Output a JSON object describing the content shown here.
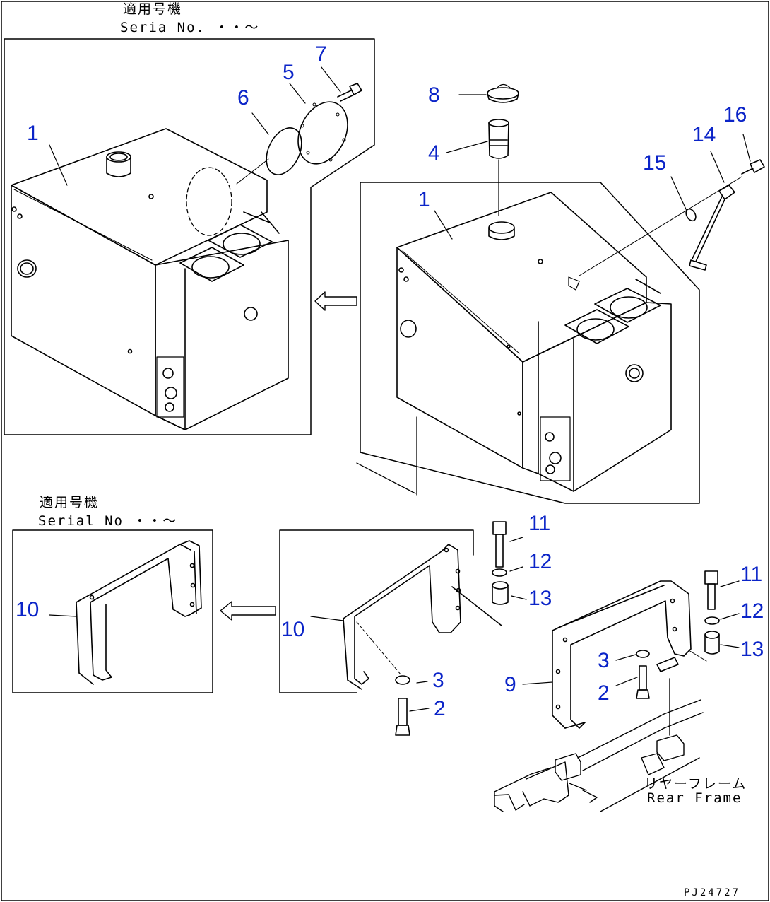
{
  "serial_top": {
    "jp": "適用号機",
    "en": "Seria  No.  ・・〜"
  },
  "serial_mid": {
    "jp": "適用号機",
    "en": "Serial No  ・・〜"
  },
  "rear_frame": {
    "jp": "リヤーフレーム",
    "en": "Rear Frame"
  },
  "drawing_code": "PJ24727",
  "callouts": {
    "c1a": "1",
    "c5": "5",
    "c6": "6",
    "c7": "7",
    "c8": "8",
    "c4": "4",
    "c1b": "1",
    "c15": "15",
    "c14": "14",
    "c16": "16",
    "c10a": "10",
    "c10b": "10",
    "c11a": "11",
    "c12a": "12",
    "c13a": "13",
    "c3a": "3",
    "c2a": "2",
    "c11b": "11",
    "c12b": "12",
    "c13b": "13",
    "c3b": "3",
    "c2b": "2",
    "c9": "9"
  },
  "colors": {
    "callout": "#0b24c8",
    "line": "#000000",
    "background": "#ffffff"
  }
}
